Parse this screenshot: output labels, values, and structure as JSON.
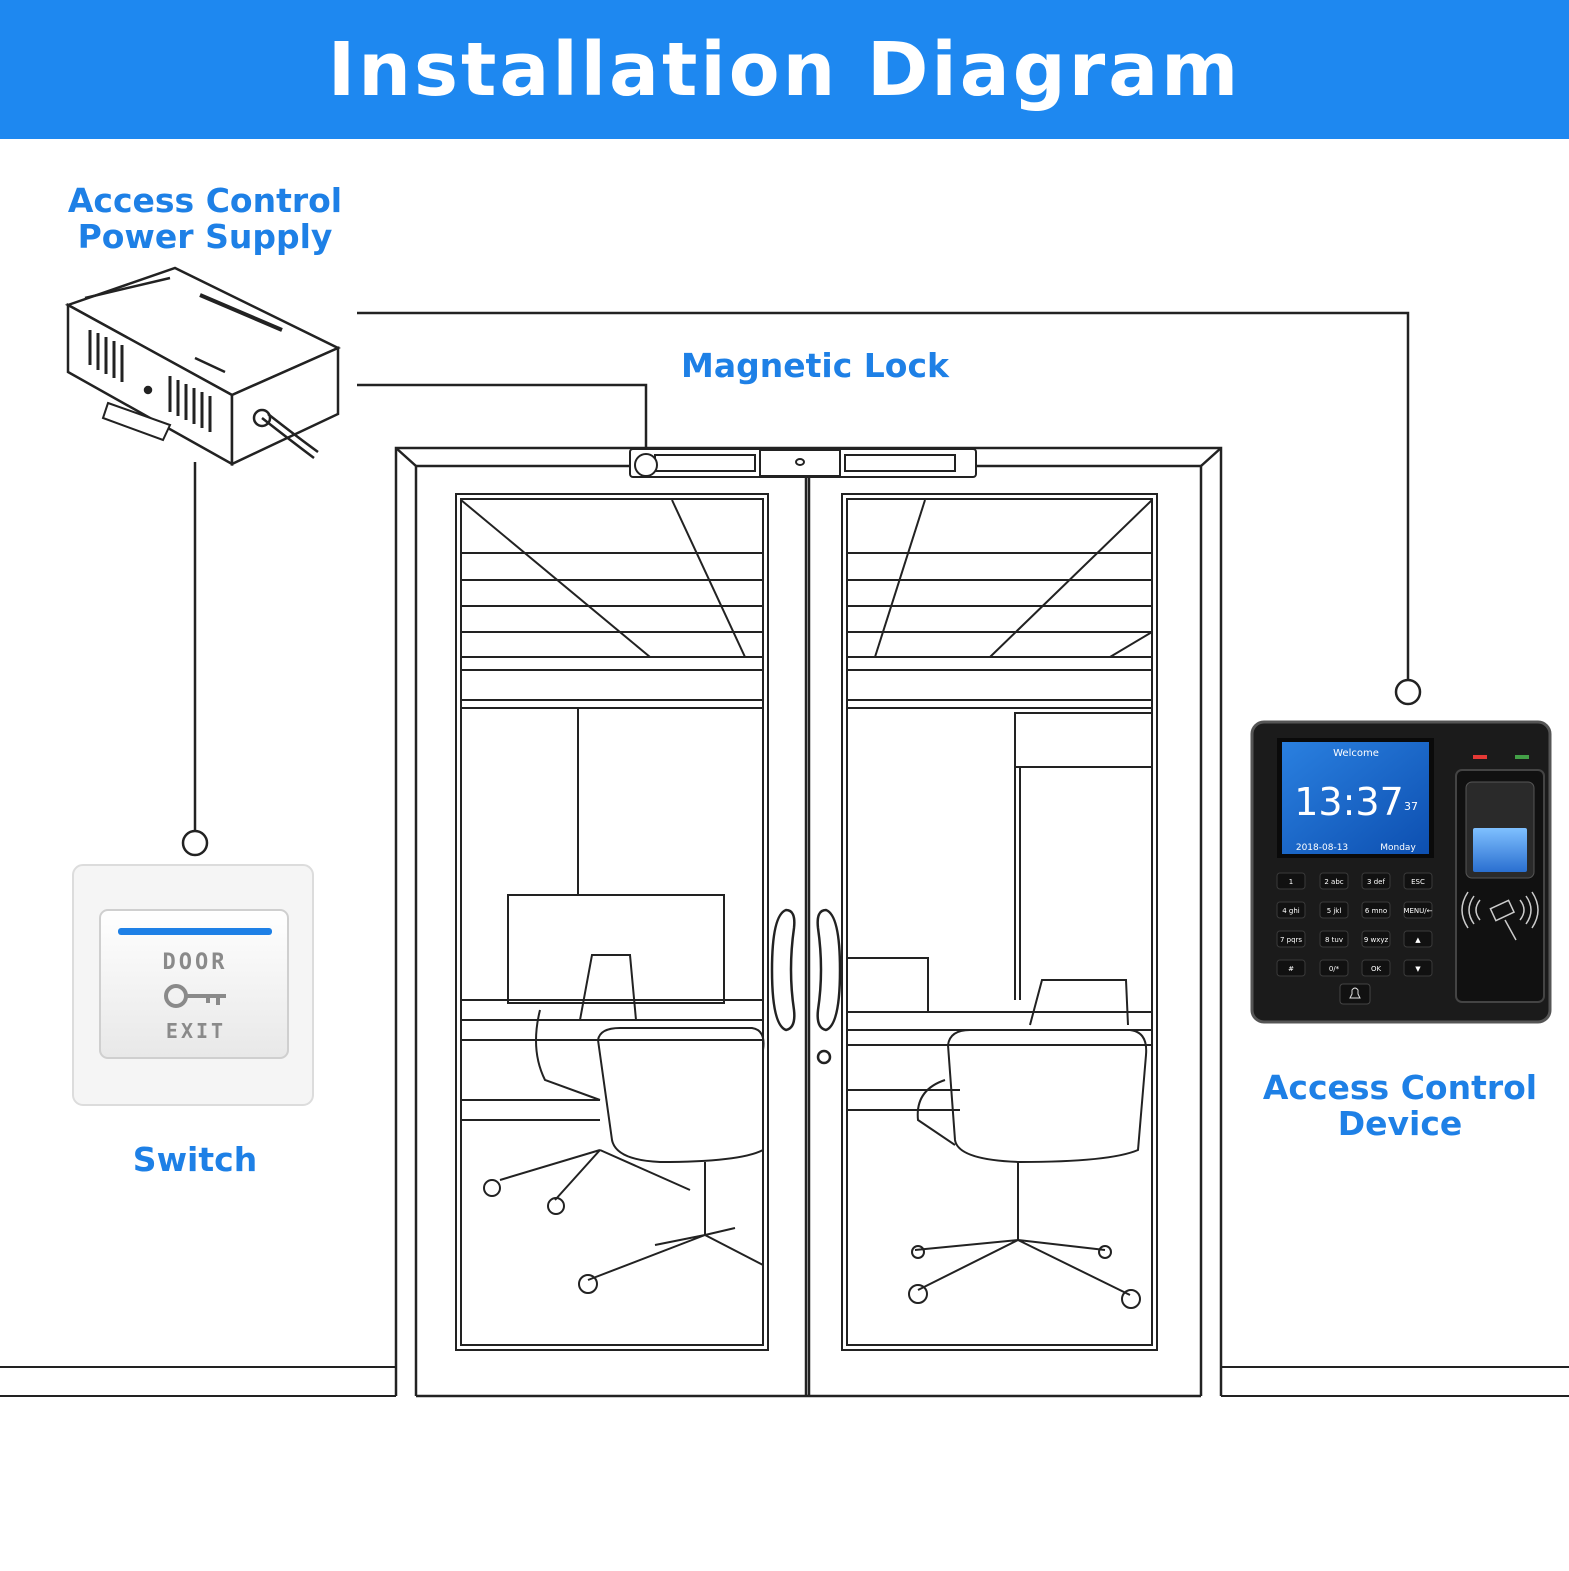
{
  "title": "Installation Diagram",
  "labels": {
    "power_supply": [
      "Access Control",
      "Power Supply"
    ],
    "magnetic_lock": "Magnetic Lock",
    "switch": "Switch",
    "device": [
      "Access Control",
      "Device"
    ]
  },
  "switch_plate": {
    "top_text": "DOOR",
    "bottom_text": "EXIT"
  },
  "device_screen": {
    "header": "Welcome",
    "time": "13:37",
    "seconds": "37",
    "date": "2018-08-13",
    "weekday": "Monday"
  },
  "keypad": [
    "1",
    "2 abc",
    "3 def",
    "ESC",
    "4 ghi",
    "5 jkl",
    "6 mno",
    "MENU/←",
    "7 pqrs",
    "8 tuv",
    "9 wxyz",
    "▲",
    "#",
    "0/*",
    "OK",
    "▼"
  ],
  "colors": {
    "banner": "#1e88f0",
    "label_blue": "#1e80e6",
    "line": "#222222",
    "device_body": "#1b1b1b",
    "screen": "#1565c8"
  }
}
